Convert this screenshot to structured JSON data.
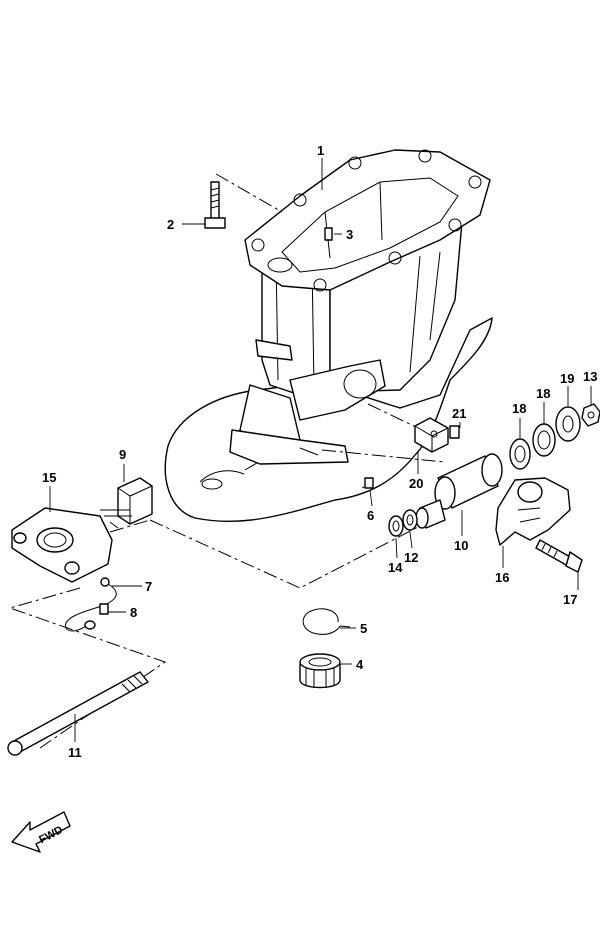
{
  "callouts": [
    {
      "id": "c1",
      "label": "1"
    },
    {
      "id": "c2",
      "label": "2"
    },
    {
      "id": "c3",
      "label": "3"
    },
    {
      "id": "c4",
      "label": "4"
    },
    {
      "id": "c5",
      "label": "5"
    },
    {
      "id": "c6",
      "label": "6"
    },
    {
      "id": "c7",
      "label": "7"
    },
    {
      "id": "c8",
      "label": "8"
    },
    {
      "id": "c9",
      "label": "9"
    },
    {
      "id": "c10",
      "label": "10"
    },
    {
      "id": "c11",
      "label": "11"
    },
    {
      "id": "c12",
      "label": "12"
    },
    {
      "id": "c13",
      "label": "13"
    },
    {
      "id": "c14",
      "label": "14"
    },
    {
      "id": "c15",
      "label": "15"
    },
    {
      "id": "c16",
      "label": "16"
    },
    {
      "id": "c17",
      "label": "17"
    },
    {
      "id": "c18a",
      "label": "18"
    },
    {
      "id": "c18b",
      "label": "18"
    },
    {
      "id": "c19",
      "label": "19"
    },
    {
      "id": "c20",
      "label": "20"
    },
    {
      "id": "c21",
      "label": "21"
    }
  ],
  "fwd_label": "FWD"
}
